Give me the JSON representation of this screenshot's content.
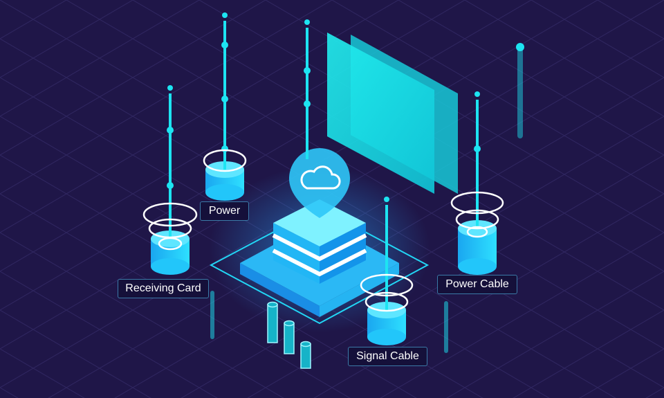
{
  "labels": {
    "power": "Power",
    "receiving_card": "Receiving Card",
    "power_cable": "Power Cable",
    "signal_cable": "Signal Cable"
  },
  "icons": {
    "hub": "cloud-icon"
  },
  "colors": {
    "background": "#1f1648",
    "accent": "#1de4f2",
    "screen": "#19e2ea",
    "label_border": "#3b7aa8"
  }
}
